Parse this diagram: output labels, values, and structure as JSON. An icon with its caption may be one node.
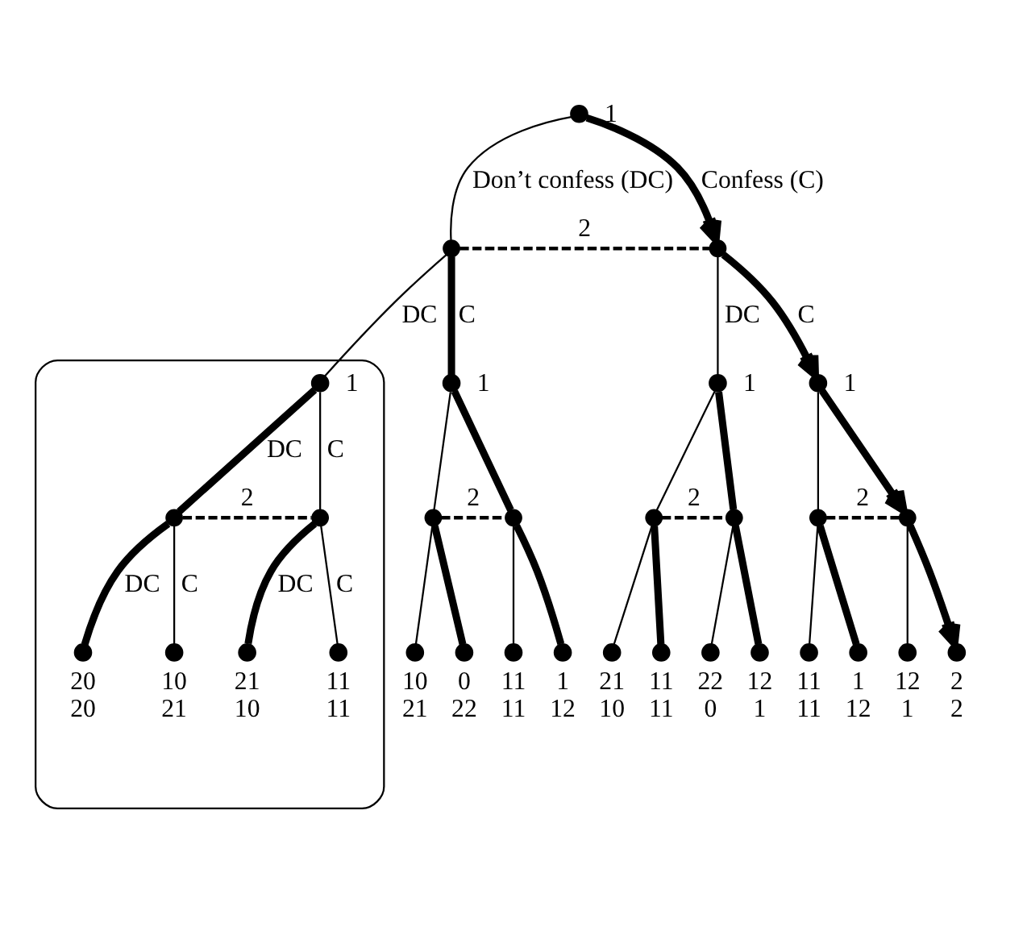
{
  "diagram": {
    "nodes": [
      {
        "text": [],
        "shape": "circle",
        "beside": [
          "1"
        ]
      },
      {
        "text": [],
        "shape": "circle"
      },
      {
        "text": [],
        "shape": "circle"
      },
      {
        "text": [],
        "shape": "ellipse"
      },
      {
        "text": [],
        "shape": "circle",
        "beside": [
          "1"
        ],
        "in": 3
      },
      {
        "text": [],
        "shape": "circle",
        "beside": [
          "1"
        ]
      },
      {
        "text": [],
        "shape": "circle",
        "beside": [
          "1"
        ]
      },
      {
        "text": [],
        "shape": "circle",
        "beside": [
          "1"
        ]
      },
      {
        "text": [],
        "shape": "circle",
        "in": 3
      },
      {
        "text": [],
        "shape": "circle",
        "in": 3
      },
      {
        "text": [],
        "shape": "circle"
      },
      {
        "text": [],
        "shape": "circle"
      },
      {
        "text": [],
        "shape": "circle"
      },
      {
        "text": [],
        "shape": "circle"
      },
      {
        "text": [],
        "shape": "circle"
      },
      {
        "text": [],
        "shape": "circle"
      },
      {
        "text": [],
        "shape": "circle",
        "beside": [
          "20",
          "20"
        ],
        "in": 3
      },
      {
        "text": [],
        "shape": "circle",
        "beside": [
          "10",
          "21"
        ],
        "in": 3
      },
      {
        "text": [],
        "shape": "circle",
        "beside": [
          "21",
          "10"
        ],
        "in": 3
      },
      {
        "text": [],
        "shape": "circle",
        "beside": [
          "11",
          "11"
        ],
        "in": 3
      },
      {
        "text": [],
        "shape": "circle",
        "beside": [
          "10",
          "21"
        ]
      },
      {
        "text": [],
        "shape": "circle",
        "beside": [
          "0",
          "22"
        ]
      },
      {
        "text": [],
        "shape": "circle",
        "beside": [
          "11",
          "11"
        ]
      },
      {
        "text": [],
        "shape": "circle",
        "beside": [
          "1",
          "12"
        ]
      },
      {
        "text": [],
        "shape": "circle",
        "beside": [
          "21",
          "10"
        ]
      },
      {
        "text": [],
        "shape": "circle",
        "beside": [
          "11",
          "11"
        ]
      },
      {
        "text": [],
        "shape": "circle",
        "beside": [
          "22",
          "0"
        ]
      },
      {
        "text": [],
        "shape": "circle",
        "beside": [
          "12",
          "1"
        ]
      },
      {
        "text": [],
        "shape": "circle",
        "beside": [
          "11",
          "11"
        ]
      },
      {
        "text": [],
        "shape": "circle",
        "beside": [
          "1",
          "12"
        ]
      },
      {
        "text": [],
        "shape": "circle",
        "beside": [
          "12",
          "1"
        ]
      },
      {
        "text": [],
        "shape": "circle",
        "beside": [
          "2",
          "2"
        ]
      }
    ],
    "edges": [
      {
        "from": 0,
        "to": 1,
        "arrow": "none",
        "label": "Don’t confess (DC)"
      },
      {
        "from": 0,
        "to": 2,
        "arrow": "to",
        "label": "Confess (C)",
        "style": "thick"
      },
      {
        "from": 1,
        "to": 2,
        "arrow": "none",
        "label": "2",
        "style": "dashed"
      },
      {
        "from": 1,
        "to": 4,
        "arrow": "none",
        "label": "DC"
      },
      {
        "from": 1,
        "to": 5,
        "arrow": "none",
        "label": "C",
        "style": "thick"
      },
      {
        "from": 2,
        "to": 6,
        "arrow": "none",
        "label": "DC"
      },
      {
        "from": 2,
        "to": 7,
        "arrow": "to",
        "label": "C",
        "style": "thick"
      },
      {
        "from": 4,
        "to": 8,
        "arrow": "none",
        "label": "DC",
        "style": "thick"
      },
      {
        "from": 4,
        "to": 9,
        "arrow": "none",
        "label": "C"
      },
      {
        "from": 5,
        "to": 10,
        "arrow": "none"
      },
      {
        "from": 5,
        "to": 11,
        "arrow": "none",
        "style": "thick"
      },
      {
        "from": 6,
        "to": 12,
        "arrow": "none"
      },
      {
        "from": 6,
        "to": 13,
        "arrow": "none",
        "style": "thick"
      },
      {
        "from": 7,
        "to": 14,
        "arrow": "none"
      },
      {
        "from": 7,
        "to": 15,
        "arrow": "to",
        "style": "thick"
      },
      {
        "from": 8,
        "to": 9,
        "arrow": "none",
        "label": "2",
        "style": "dashed"
      },
      {
        "from": 10,
        "to": 11,
        "arrow": "none",
        "label": "2",
        "style": "dashed"
      },
      {
        "from": 12,
        "to": 13,
        "arrow": "none",
        "label": "2",
        "style": "dashed"
      },
      {
        "from": 14,
        "to": 15,
        "arrow": "none",
        "label": "2",
        "style": "dashed"
      },
      {
        "from": 8,
        "to": 16,
        "arrow": "none",
        "label": "DC",
        "style": "thick"
      },
      {
        "from": 8,
        "to": 17,
        "arrow": "none",
        "label": "C"
      },
      {
        "from": 9,
        "to": 18,
        "arrow": "none",
        "label": "DC",
        "style": "thick"
      },
      {
        "from": 9,
        "to": 19,
        "arrow": "none",
        "label": "C"
      },
      {
        "from": 10,
        "to": 20,
        "arrow": "none"
      },
      {
        "from": 10,
        "to": 21,
        "arrow": "none",
        "style": "thick"
      },
      {
        "from": 11,
        "to": 22,
        "arrow": "none"
      },
      {
        "from": 11,
        "to": 23,
        "arrow": "none",
        "style": "thick"
      },
      {
        "from": 12,
        "to": 24,
        "arrow": "none"
      },
      {
        "from": 12,
        "to": 25,
        "arrow": "none",
        "style": "thick"
      },
      {
        "from": 13,
        "to": 26,
        "arrow": "none"
      },
      {
        "from": 13,
        "to": 27,
        "arrow": "none",
        "style": "thick"
      },
      {
        "from": 14,
        "to": 28,
        "arrow": "none"
      },
      {
        "from": 14,
        "to": 29,
        "arrow": "none",
        "style": "thick"
      },
      {
        "from": 15,
        "to": 30,
        "arrow": "none"
      },
      {
        "from": 15,
        "to": 31,
        "arrow": "to",
        "style": "thick"
      }
    ]
  }
}
